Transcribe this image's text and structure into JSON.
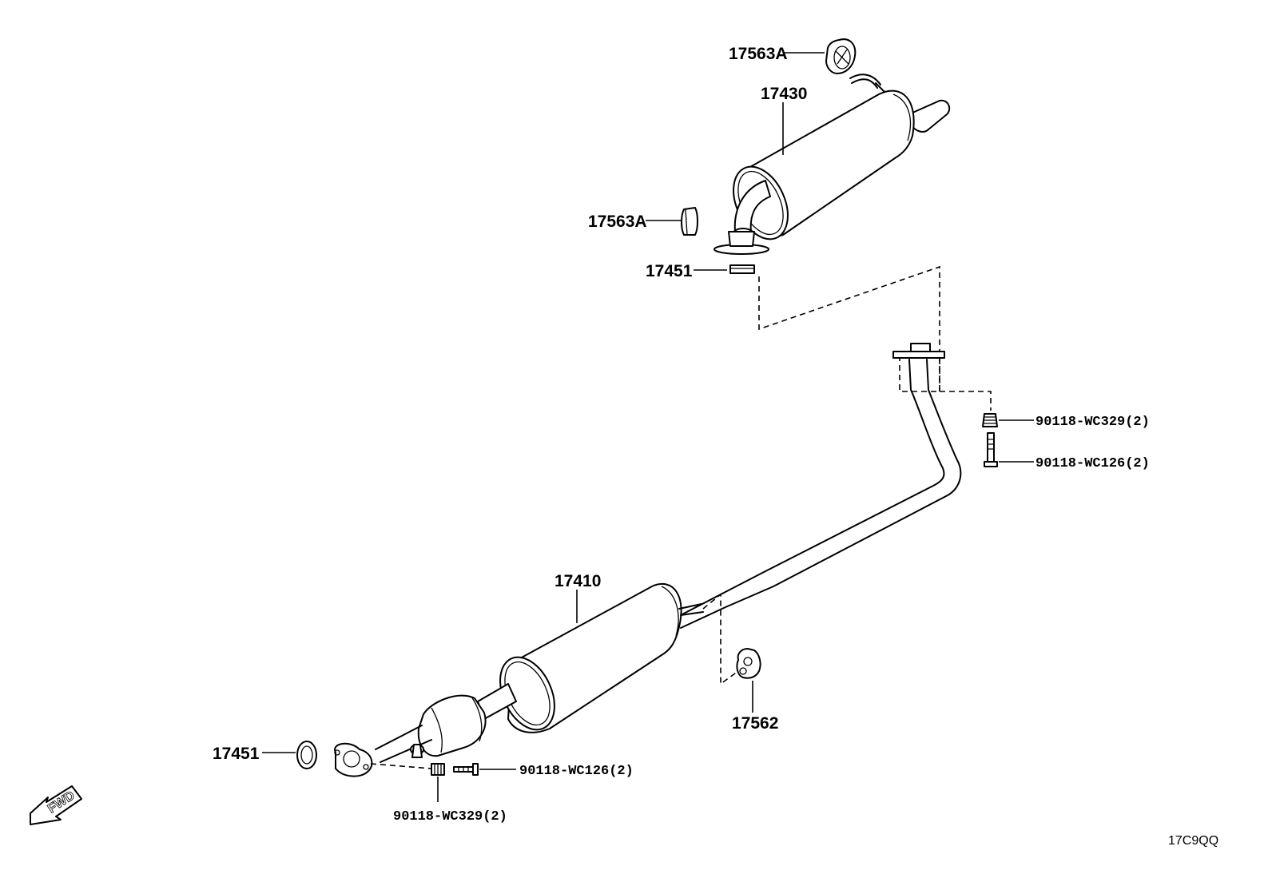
{
  "diagram_code": "17C9QQ",
  "fwd_label": "FWD",
  "labels": {
    "tail_hanger": "17563A",
    "tail_muffler": "17430",
    "muffler_hanger": "17563A",
    "tail_gasket": "17451",
    "center_pipe": "17410",
    "front_gasket": "17451",
    "pipe_support": "17562",
    "rear_nut": "90118-WC329(2)",
    "rear_bolt": "90118-WC126(2)",
    "front_bolt": "90118-WC126(2)",
    "front_nut": "90118-WC329(2)"
  }
}
